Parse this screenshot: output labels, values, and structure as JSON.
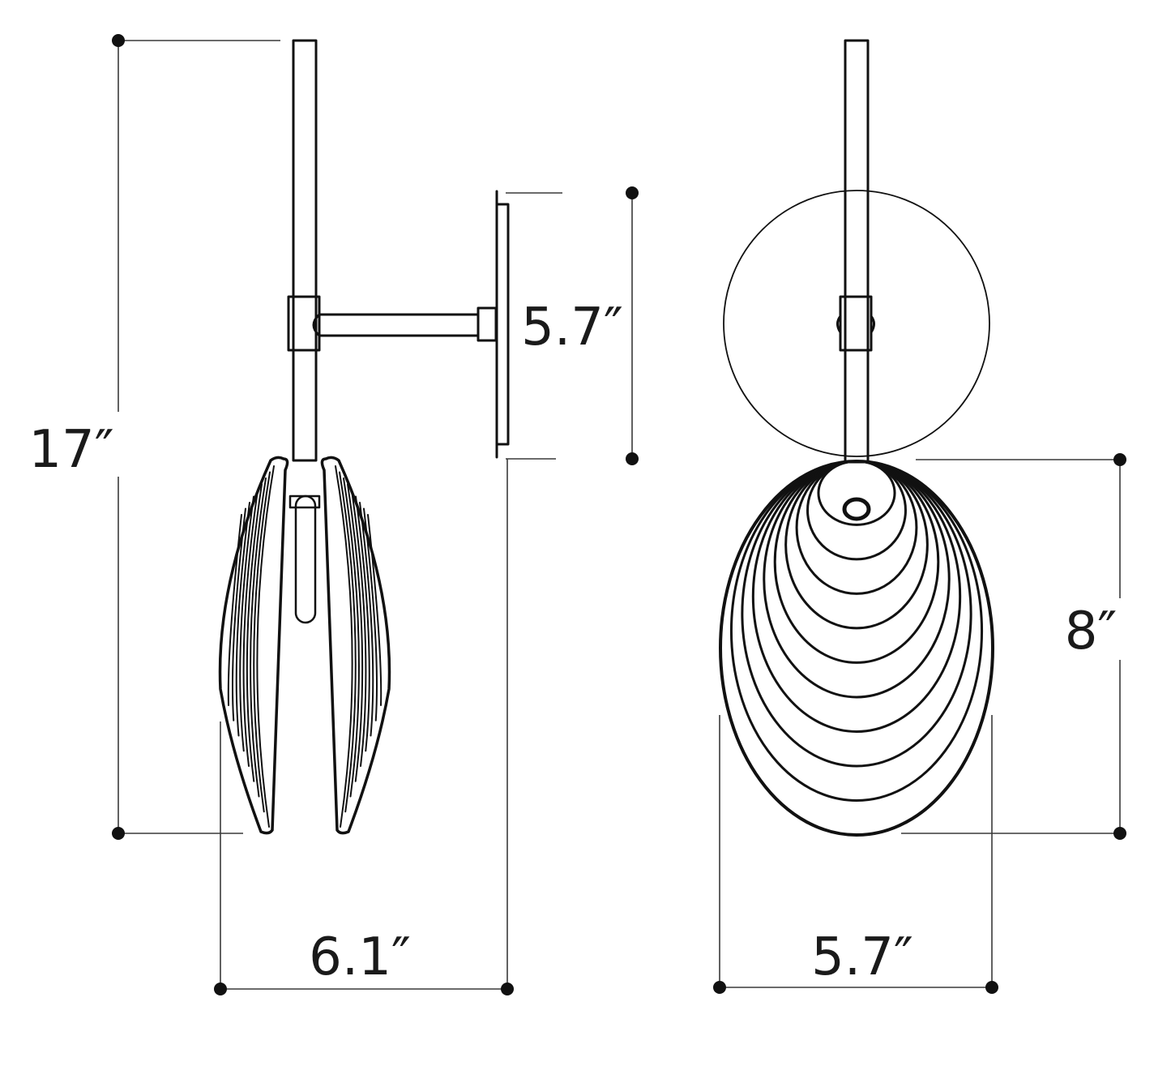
{
  "dimensions": {
    "height": "17″",
    "backplate": "5.7″",
    "depth": "6.1″",
    "shade_height": "8″",
    "shade_width": "5.7″"
  },
  "colors": {
    "ink": "#111111",
    "dimension_line": "#3a3a3a",
    "background": "#ffffff"
  }
}
